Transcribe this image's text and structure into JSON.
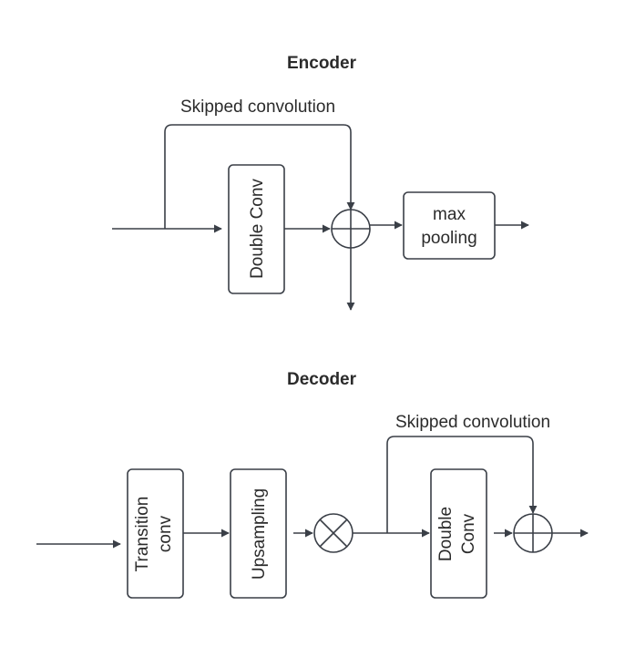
{
  "encoder": {
    "title": "Encoder",
    "skip_label": "Skipped convolution",
    "double_conv_label": "Double Conv",
    "max_pooling_label_line1": "max",
    "max_pooling_label_line2": "pooling",
    "junction_op": "add"
  },
  "decoder": {
    "title": "Decoder",
    "skip_label": "Skipped convolution",
    "transition_label_line1": "Transition",
    "transition_label_line2": "conv",
    "upsampling_label": "Upsampling",
    "multiply_op": "multiply",
    "double_conv_label_line1": "Double",
    "double_conv_label_line2": "Conv",
    "junction_op": "add"
  },
  "colors": {
    "stroke": "#3a3f47",
    "text": "#2b2b2b"
  }
}
